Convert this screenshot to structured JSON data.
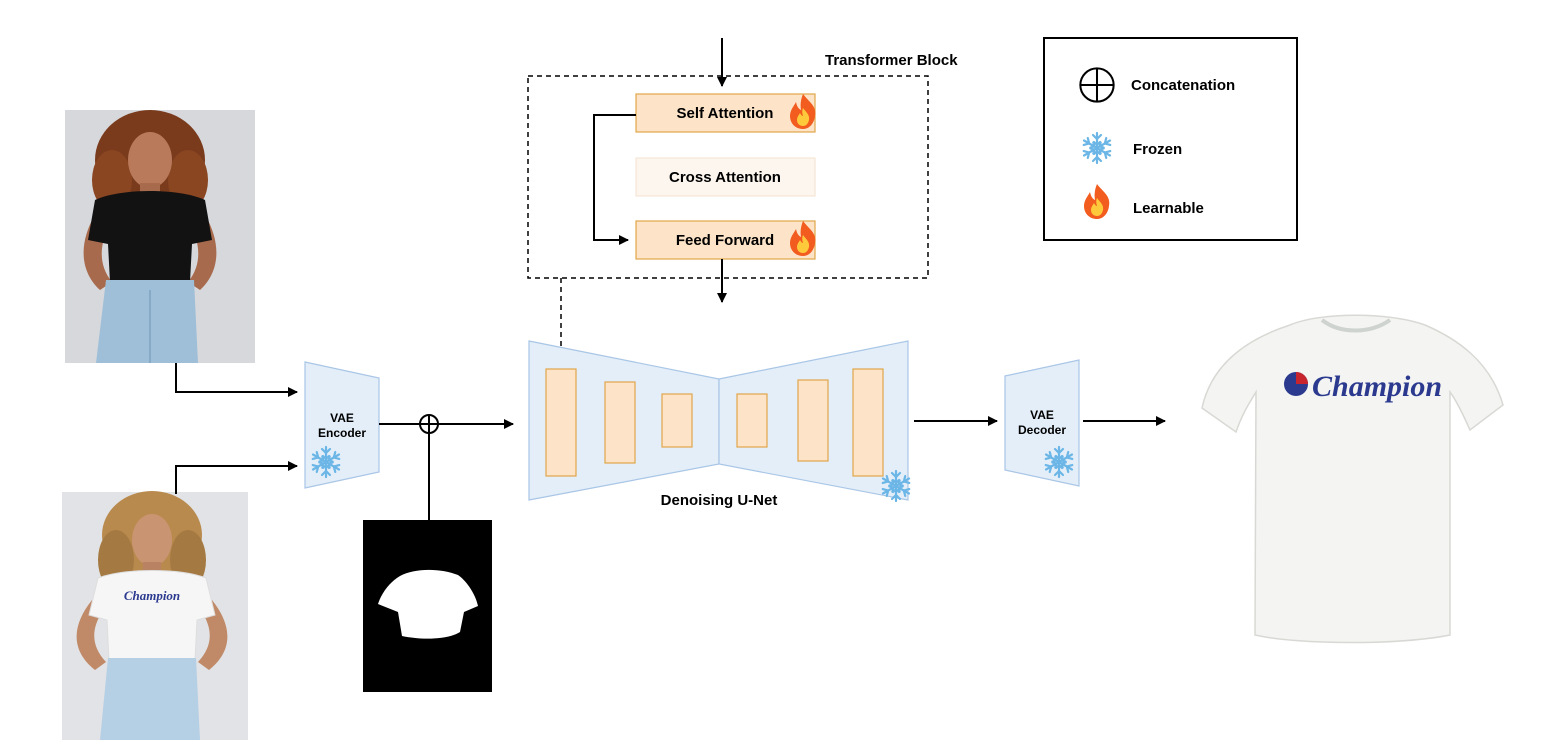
{
  "transformer_block": {
    "title": "Transformer Block",
    "self_attention": "Self Attention",
    "cross_attention": "Cross Attention",
    "feed_forward": "Feed Forward"
  },
  "vae_encoder": {
    "line1": "VAE",
    "line2": "Encoder"
  },
  "vae_decoder": {
    "line1": "VAE",
    "line2": "Decoder"
  },
  "unet": {
    "label": "Denoising U-Net"
  },
  "legend": {
    "concatenation": "Concatenation",
    "frozen": "Frozen",
    "learnable": "Learnable"
  },
  "garment_logo_text": "Champion",
  "colors": {
    "block_fill": "#fde4c8",
    "block_stroke": "#e0a64a",
    "trapezoid_fill": "#e3eef9",
    "trapezoid_stroke": "#a9c6e6",
    "snowflake": "#6bb6e6",
    "flame_outer": "#f25c1f",
    "flame_inner": "#ffc93c",
    "logo_blue": "#2b3a8f",
    "logo_red": "#c8242d"
  },
  "icons": {
    "learnable": "flame-icon",
    "frozen": "snowflake-icon",
    "concatenation": "circled-plus-icon"
  }
}
